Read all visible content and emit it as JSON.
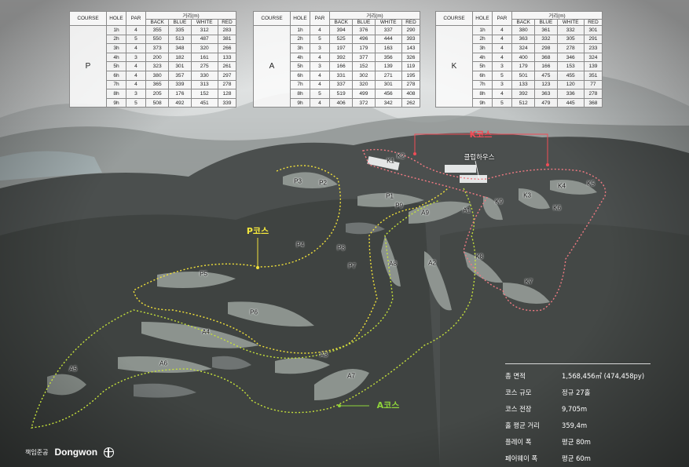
{
  "tables": [
    {
      "course": "P",
      "headers": {
        "course": "COURSE",
        "hole": "HOLE",
        "par": "PAR",
        "distance": "거리(m)",
        "back": "BACK",
        "blue": "BLUE",
        "white": "WHITE",
        "red": "RED"
      },
      "rows": [
        [
          "1h",
          "4",
          "355",
          "335",
          "312",
          "283"
        ],
        [
          "2h",
          "5",
          "550",
          "513",
          "487",
          "381"
        ],
        [
          "3h",
          "4",
          "373",
          "348",
          "320",
          "266"
        ],
        [
          "4h",
          "3",
          "200",
          "182",
          "161",
          "133"
        ],
        [
          "5h",
          "4",
          "323",
          "301",
          "275",
          "261"
        ],
        [
          "6h",
          "4",
          "380",
          "357",
          "330",
          "297"
        ],
        [
          "7h",
          "4",
          "365",
          "339",
          "313",
          "278"
        ],
        [
          "8h",
          "3",
          "205",
          "176",
          "152",
          "128"
        ],
        [
          "9h",
          "5",
          "508",
          "492",
          "451",
          "339"
        ]
      ]
    },
    {
      "course": "A",
      "headers": {
        "course": "COURSE",
        "hole": "HOLE",
        "par": "PAR",
        "distance": "거리(m)",
        "back": "BACK",
        "blue": "BLUE",
        "white": "WHITE",
        "red": "RED"
      },
      "rows": [
        [
          "1h",
          "4",
          "394",
          "376",
          "337",
          "290"
        ],
        [
          "2h",
          "5",
          "525",
          "496",
          "444",
          "393"
        ],
        [
          "3h",
          "3",
          "197",
          "179",
          "163",
          "143"
        ],
        [
          "4h",
          "4",
          "392",
          "377",
          "356",
          "326"
        ],
        [
          "5h",
          "3",
          "166",
          "152",
          "139",
          "119"
        ],
        [
          "6h",
          "4",
          "331",
          "302",
          "271",
          "195"
        ],
        [
          "7h",
          "4",
          "337",
          "320",
          "301",
          "278"
        ],
        [
          "8h",
          "5",
          "519",
          "499",
          "456",
          "408"
        ],
        [
          "9h",
          "4",
          "406",
          "372",
          "342",
          "262"
        ]
      ]
    },
    {
      "course": "K",
      "headers": {
        "course": "COURSE",
        "hole": "HOLE",
        "par": "PAR",
        "distance": "거리(m)",
        "back": "BACK",
        "blue": "BLUE",
        "white": "WHITE",
        "red": "RED"
      },
      "rows": [
        [
          "1h",
          "4",
          "380",
          "361",
          "332",
          "301"
        ],
        [
          "2h",
          "4",
          "363",
          "332",
          "305",
          "291"
        ],
        [
          "3h",
          "4",
          "324",
          "298",
          "278",
          "233"
        ],
        [
          "4h",
          "4",
          "400",
          "368",
          "346",
          "324"
        ],
        [
          "5h",
          "3",
          "179",
          "166",
          "153",
          "139"
        ],
        [
          "6h",
          "5",
          "501",
          "475",
          "455",
          "351"
        ],
        [
          "7h",
          "3",
          "133",
          "123",
          "120",
          "77"
        ],
        [
          "8h",
          "4",
          "392",
          "363",
          "336",
          "278"
        ],
        [
          "9h",
          "5",
          "512",
          "479",
          "445",
          "368"
        ]
      ]
    }
  ],
  "map": {
    "course_labels": {
      "p": {
        "text": "P코스",
        "color": "#f4e83c"
      },
      "a": {
        "text": "A코스",
        "color": "#8fd53a"
      },
      "k": {
        "text": "K코스",
        "color": "#f04c57"
      }
    },
    "clubhouse": "클럽하우스",
    "holes": [
      {
        "n": "P1"
      },
      {
        "n": "P2"
      },
      {
        "n": "P3"
      },
      {
        "n": "P4"
      },
      {
        "n": "P5"
      },
      {
        "n": "P6"
      },
      {
        "n": "P7"
      },
      {
        "n": "P8"
      },
      {
        "n": "P9"
      },
      {
        "n": "A1"
      },
      {
        "n": "A2"
      },
      {
        "n": "A3"
      },
      {
        "n": "A4"
      },
      {
        "n": "A5"
      },
      {
        "n": "A6"
      },
      {
        "n": "A7"
      },
      {
        "n": "A8"
      },
      {
        "n": "A9"
      },
      {
        "n": "K1"
      },
      {
        "n": "K2"
      },
      {
        "n": "K3"
      },
      {
        "n": "K4"
      },
      {
        "n": "K5"
      },
      {
        "n": "K6"
      },
      {
        "n": "K7"
      },
      {
        "n": "K8"
      },
      {
        "n": "K9"
      }
    ]
  },
  "info": [
    {
      "key": "총 면적",
      "value": "1,568,456㎡ (474,458py)"
    },
    {
      "key": "코스 규모",
      "value": "정규 27홀"
    },
    {
      "key": "코스 전장",
      "value": "9,705m"
    },
    {
      "key": "홀 평균 거리",
      "value": "359,4m"
    },
    {
      "key": "플레이 폭",
      "value": "평균 80m"
    },
    {
      "key": "페어웨이 폭",
      "value": "평균 60m"
    }
  ],
  "logos": {
    "first": "책임준공",
    "second": "Dongwon"
  }
}
